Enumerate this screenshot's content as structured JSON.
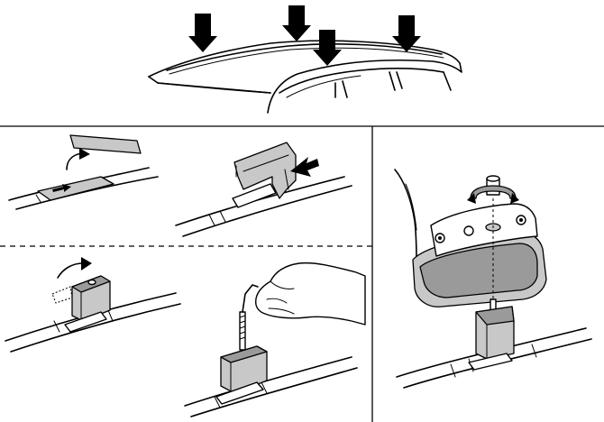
{
  "figure": {
    "panels": [
      {
        "id": "roof-overview",
        "icon": "car-roof-with-four-down-arrows"
      },
      {
        "id": "step-1",
        "icon": "peel-protective-film"
      },
      {
        "id": "step-2",
        "icon": "slide-bracket-onto-rail"
      },
      {
        "id": "step-3",
        "icon": "flip-bracket"
      },
      {
        "id": "step-4",
        "icon": "insert-bolt-by-hand"
      },
      {
        "id": "step-5",
        "icon": "foot-tighten-bolt"
      }
    ],
    "colors": {
      "line": "#000000",
      "background": "#ffffff",
      "part_fill": "#c8c8c8",
      "dark_fill": "#9a9a9a"
    }
  }
}
